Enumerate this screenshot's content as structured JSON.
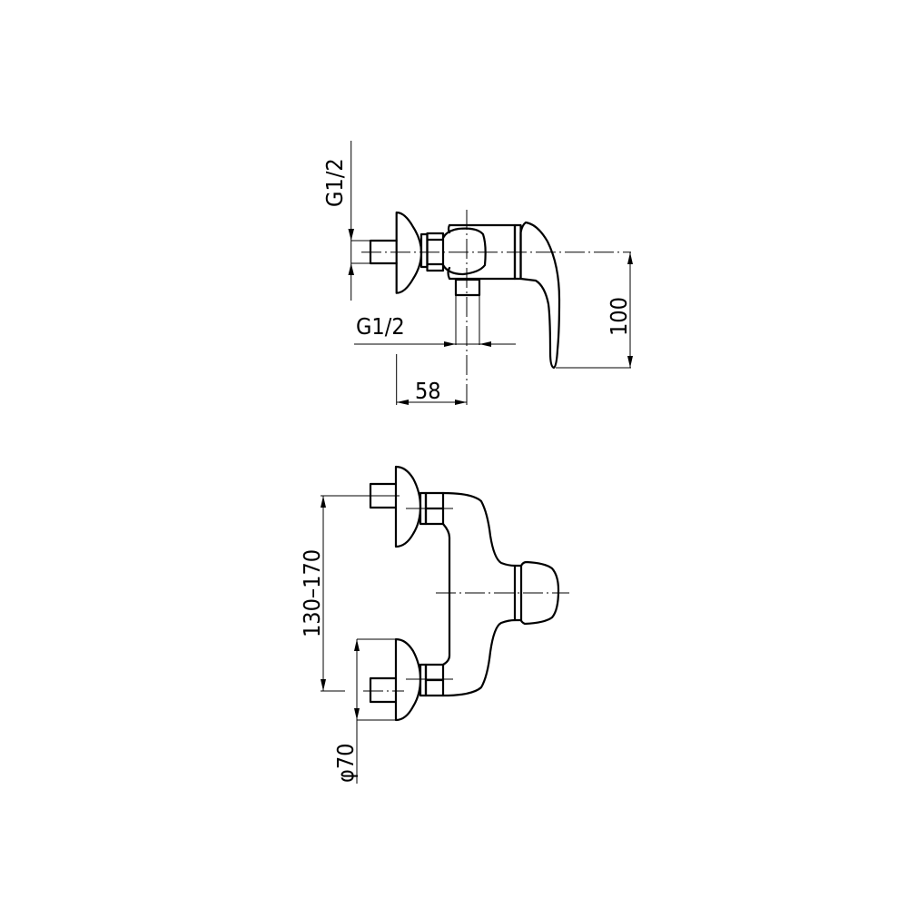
{
  "side_view": {
    "inlet_thread_label": "G1/2",
    "outlet_thread_label": "G1/2",
    "height_dimension": "100",
    "depth_dimension": "58"
  },
  "front_view": {
    "center_distance_dimension": "130–170",
    "escutcheon_diameter_dimension": "φ70"
  },
  "colors": {
    "line": "#000000",
    "background": "#ffffff"
  }
}
